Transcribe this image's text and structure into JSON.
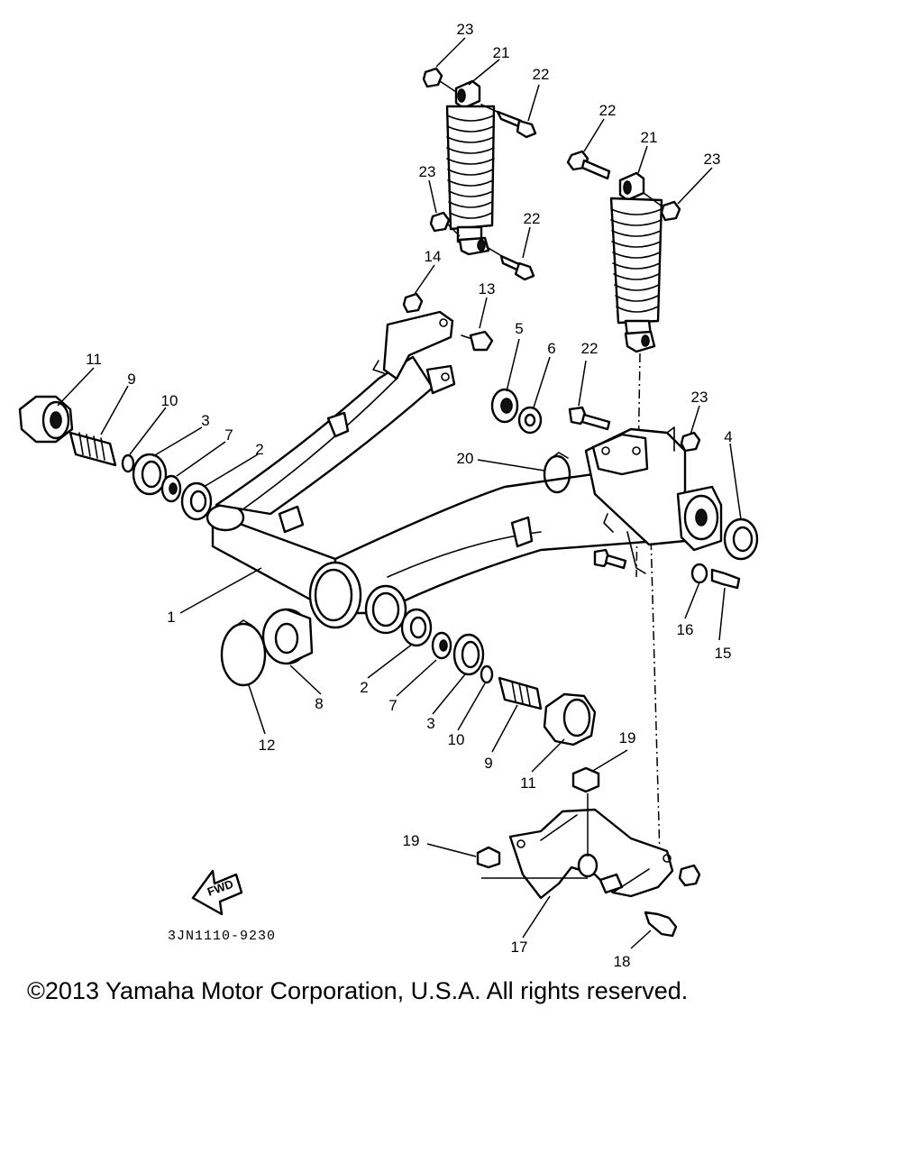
{
  "diagram": {
    "title": "Rear arm / suspension exploded parts diagram",
    "code": "3JN1110-9230",
    "fwd_label": "FWD",
    "callouts": {
      "c1": "1",
      "c2a": "2",
      "c2b": "2",
      "c3a": "3",
      "c3b": "3",
      "c4": "4",
      "c5": "5",
      "c6": "6",
      "c7a": "7",
      "c7b": "7",
      "c8": "8",
      "c9a": "9",
      "c9b": "9",
      "c10a": "10",
      "c10b": "10",
      "c11a": "11",
      "c11b": "11",
      "c12": "12",
      "c13": "13",
      "c14": "14",
      "c15": "15",
      "c16": "16",
      "c17": "17",
      "c18": "18",
      "c19a": "19",
      "c19b": "19",
      "c20": "20",
      "c21a": "21",
      "c21b": "21",
      "c22a": "22",
      "c22b": "22",
      "c22c": "22",
      "c22d": "22",
      "c23a": "23",
      "c23b": "23",
      "c23c": "23",
      "c23d": "23"
    }
  },
  "footer": {
    "copyright": "©2013 Yamaha Motor Corporation, U.S.A. All rights reserved."
  }
}
